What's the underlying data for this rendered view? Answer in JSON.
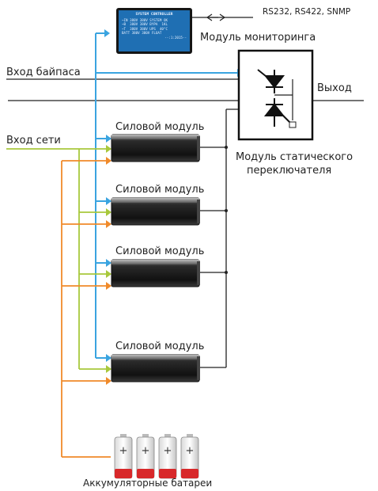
{
  "labels": {
    "protocols": "RS232, RS422, SNMP",
    "monitoring_module": "Модуль мониторинга",
    "bypass_input": "Вход байпаса",
    "output": "Выход",
    "mains_input": "Вход сети",
    "static_switch_module_line1": "Модуль статического",
    "static_switch_module_line2": "переключателя",
    "batteries": "Аккумуляторные батареи"
  },
  "power_modules": [
    {
      "label": "Силовой модуль"
    },
    {
      "label": "Силовой модуль"
    },
    {
      "label": "Силовой модуль"
    },
    {
      "label": "Силовой модуль"
    }
  ],
  "monitor_screen": {
    "title": "SYSTEM CONTROLLER",
    "lines": [
      "~IN 380V 380V SYSTEM OK",
      "~B  380V 380V BYPA  1KL",
      "~T  380V 380V UPS  40°C",
      "BATT 380V 380V FLOAT"
    ],
    "footer": "--:1:2015--"
  },
  "battery_count": 4,
  "colors": {
    "monitoring_line": "#3aa4e0",
    "mains_line": "#a8c83c",
    "battery_line": "#f08a2a",
    "bus_line": "#222222",
    "monitor_screen_bg": "#1f6fb3",
    "battery_cap_red": "#d8282a"
  }
}
